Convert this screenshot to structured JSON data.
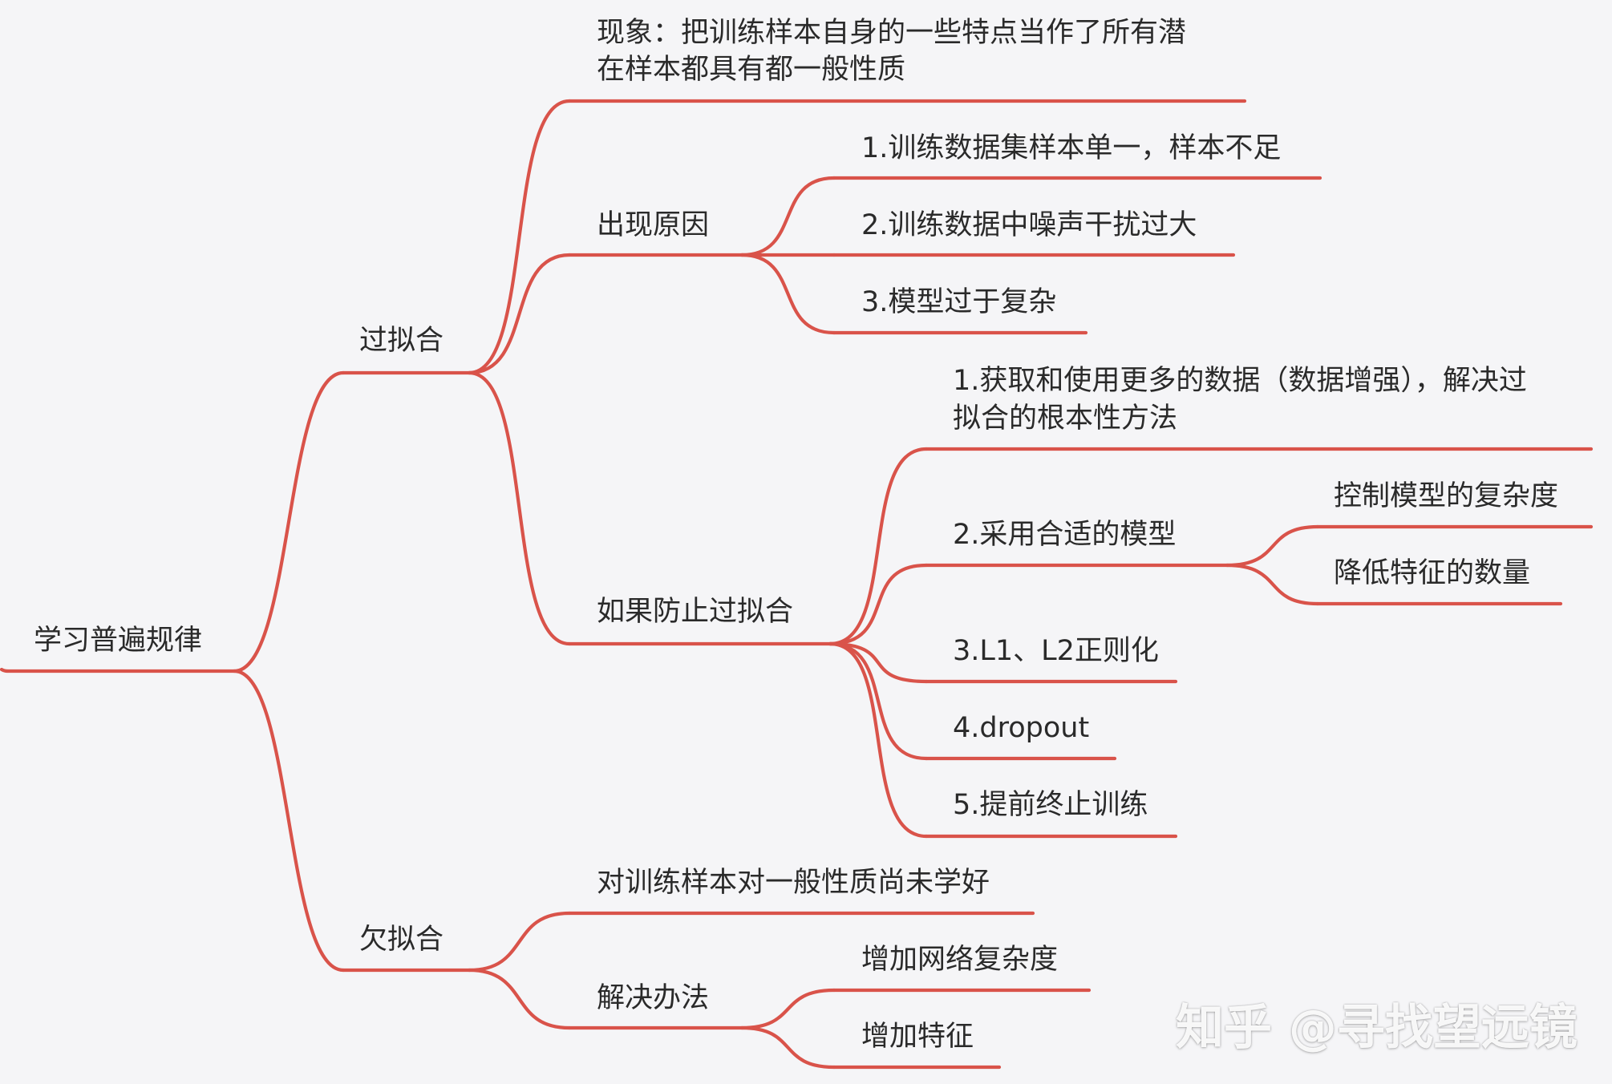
{
  "mindmap": {
    "root": "学习普遍规律",
    "overfitting": {
      "label": "过拟合",
      "phenomenon": [
        "现象：把训练样本自身的一些特点当作了所有潜",
        "在样本都具有都一般性质"
      ],
      "causes": {
        "label": "出现原因",
        "items": [
          "1.训练数据集样本单一，样本不足",
          "2.训练数据中噪声干扰过大",
          "3.模型过于复杂"
        ]
      },
      "prevention": {
        "label": "如果防止过拟合",
        "data": [
          "1.获取和使用更多的数据（数据增强），解决过",
          "拟合的根本性方法"
        ],
        "model": {
          "label": "2.采用合适的模型",
          "children": [
            "控制模型的复杂度",
            "降低特征的数量"
          ]
        },
        "regularization": "3.L1、L2正则化",
        "dropout": "4.dropout",
        "early_stopping": "5.提前终止训练"
      }
    },
    "underfitting": {
      "label": "欠拟合",
      "phenomenon": "对训练样本对一般性质尚未学好",
      "solutions": {
        "label": "解决办法",
        "items": [
          "增加网络复杂度",
          "增加特征"
        ]
      }
    }
  },
  "watermark": "知乎 @寻找望远镜",
  "colors": {
    "branch": "#d9534a",
    "text": "#2a2a2a",
    "background": "#f5f5f7"
  }
}
